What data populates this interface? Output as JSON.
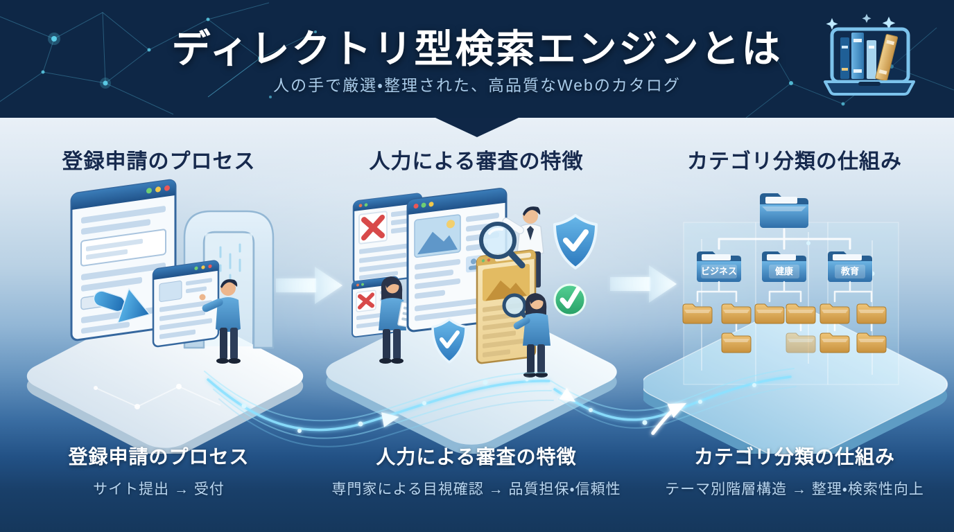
{
  "header": {
    "title": "ディレクトリ型検索エンジンとは",
    "subtitle": "人の手で厳選・整理された、高品質なWebのカタログ"
  },
  "columns": [
    {
      "heading": "登録申請のプロセス",
      "footer_title": "登録申請のプロセス",
      "footer_subtitle": "サイト提出 → 受付"
    },
    {
      "heading": "人力による審査の特徴",
      "footer_title": "人力による審査の特徴",
      "footer_subtitle": "専門家による目視確認 → 品質担保・信頼性"
    },
    {
      "heading": "カテゴリ分類の仕組み",
      "footer_title": "カテゴリ分類の仕組み",
      "footer_subtitle": "テーマ別階層構造 → 整理・検索性向上",
      "folders": [
        "ビジネス",
        "健康",
        "教育"
      ]
    }
  ],
  "icons": {
    "logo": "laptop-books-icon",
    "reject": "red-x-icon",
    "approve": "green-check-icon",
    "trust": "shield-check-icon",
    "inspect": "magnifier-icon",
    "category": "folder-icon"
  },
  "colors": {
    "header_bg": "#0e2746",
    "accent_cyan": "#7fe0ff",
    "heading_text": "#16294d",
    "footer_title": "#ffffff",
    "footer_subtitle": "#b9d6f0",
    "folder_blue": "#4a93cc",
    "folder_tan": "#dca855",
    "error_red": "#d94b4b",
    "success_green": "#3dbd82",
    "shield_blue": "#4aa0dd"
  }
}
